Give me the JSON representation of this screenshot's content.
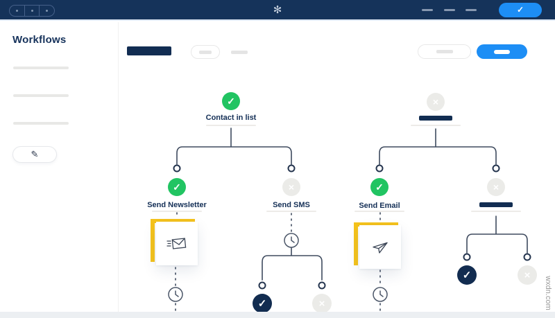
{
  "app": {
    "watermark": "wxdn.com"
  },
  "icons": {
    "logo": "✻",
    "check": "✓",
    "cross": "×",
    "pencil": "✎",
    "names": [
      "swirl-logo-icon",
      "check-icon",
      "cross-icon",
      "pencil-icon",
      "clock-icon",
      "envelope-icon",
      "paper-plane-icon"
    ]
  },
  "colors": {
    "topbar_bg": "#15335A",
    "accent_blue": "#1D8EF5",
    "success_green": "#21C462",
    "node_navy": "#122C50",
    "muted_grey": "#EBEBE8",
    "yellow_accent": "#F5C31C",
    "wire": "#3E4A5E",
    "placeholder_grey": "#E8E8E6",
    "bottom_strip": "#ECEFF2"
  },
  "topbar": {
    "window_control_dots": 3,
    "menu_placeholder_count": 3,
    "primary_button_icon": "check"
  },
  "sidebar": {
    "title": "Workflows",
    "item_placeholder_count": 3,
    "edit_button_icon": "pencil"
  },
  "content_header": {
    "title_placeholder": true,
    "filter_pill_count": 2,
    "secondary_button_placeholder": true,
    "primary_button_placeholder": true
  },
  "flow": {
    "roots": [
      {
        "label": "Contact in list",
        "status": "approved"
      },
      {
        "label": "",
        "status": "rejected",
        "placeholder_bar": true
      }
    ],
    "branches": [
      {
        "label": "Send Newsletter",
        "status": "approved",
        "card_icon": "envelope",
        "timer": true
      },
      {
        "label": "Send SMS",
        "status": "rejected",
        "timer": true,
        "outcomes": [
          "approved-navy",
          "rejected"
        ]
      },
      {
        "label": "Send Email",
        "status": "approved",
        "card_icon": "paper-plane",
        "timer": true
      },
      {
        "label": "",
        "status": "rejected",
        "placeholder_bar": true,
        "outcomes": [
          "approved-navy",
          "rejected"
        ]
      }
    ]
  }
}
